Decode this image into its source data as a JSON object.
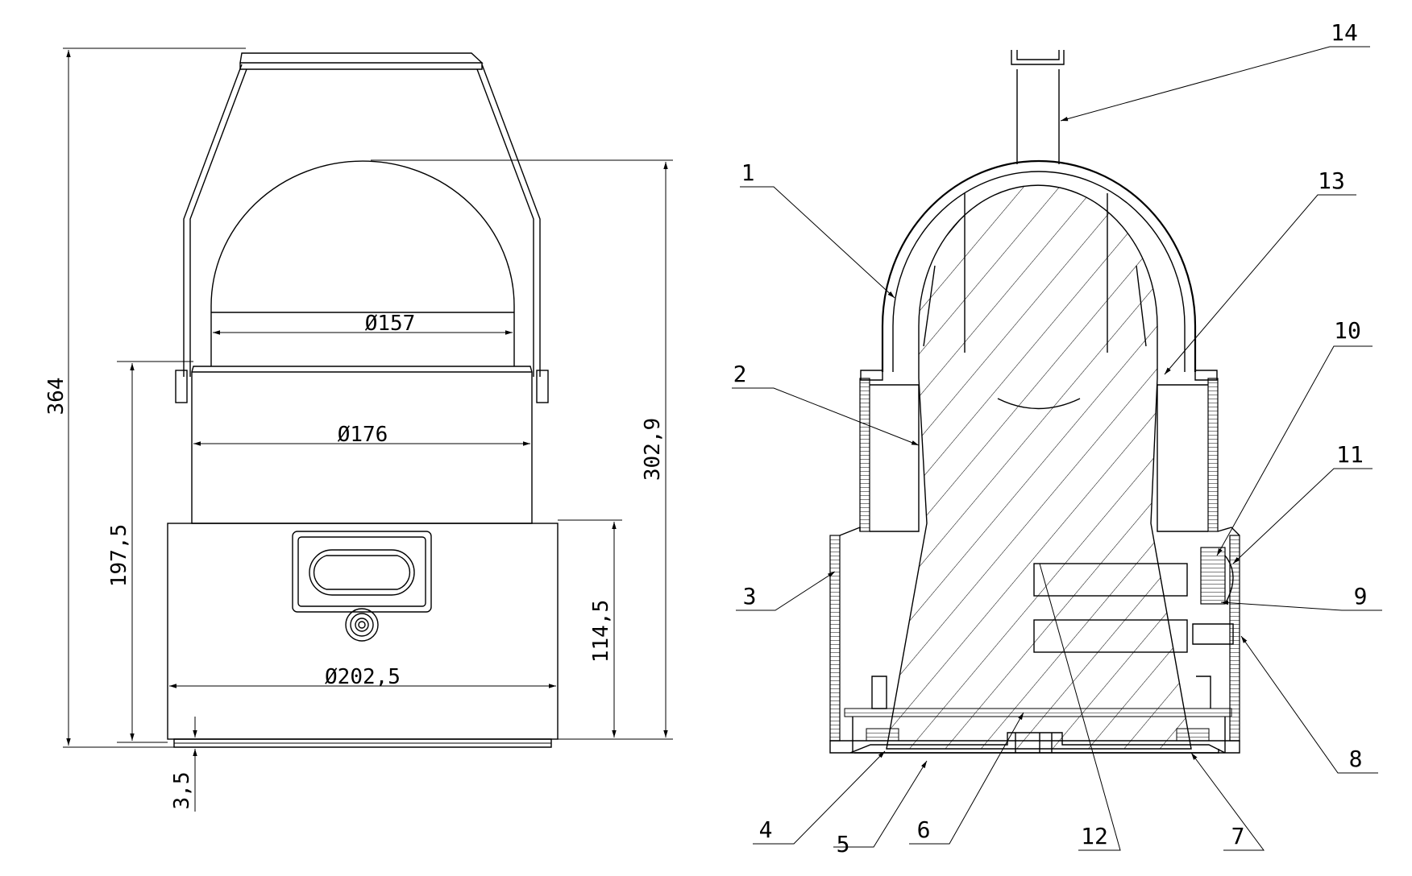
{
  "front_view": {
    "dimensions": {
      "overall_height": "364",
      "lens_height": "302,9",
      "body_height": "197,5",
      "base_height": "114,5",
      "base_lip": "3,5",
      "dome_diameter": "Ø157",
      "body_diameter": "Ø176",
      "base_diameter": "Ø202,5"
    }
  },
  "section_view": {
    "callouts": [
      "1",
      "2",
      "3",
      "4",
      "5",
      "6",
      "7",
      "8",
      "9",
      "10",
      "11",
      "12",
      "13",
      "14"
    ]
  }
}
